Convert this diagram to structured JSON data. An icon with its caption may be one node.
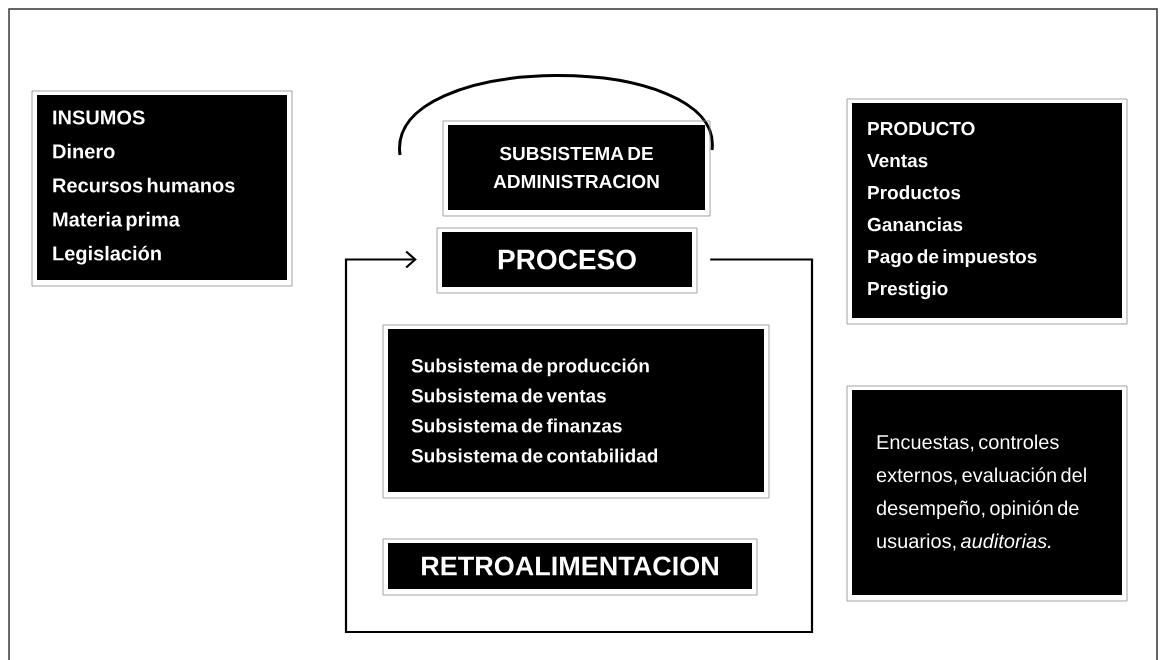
{
  "diagram": {
    "nodes": [
      {
        "text": [
          "INSUMOS",
          "Dinero",
          "Recursos humanos",
          "Materia prima",
          "Legislación"
        ]
      },
      {
        "text": [
          "SUBSISTEMA DE ADMINISTRACION"
        ]
      },
      {
        "text": [
          "PROCESO"
        ]
      },
      {
        "text": [
          "Subsistema de producción",
          "Subsistema de ventas",
          "Subsistema de finanzas",
          "Subsistema de contabilidad"
        ]
      },
      {
        "text": [
          "RETROALIMENTACION"
        ]
      },
      {
        "text": [
          "PRODUCTO",
          "Ventas",
          "Productos",
          "Ganancias",
          "Pago de impuestos",
          "Prestigio"
        ]
      },
      {
        "text": [
          "Encuestas, controles externos, evaluación del desempeño, opinión de usuarios, *auditorias.*"
        ]
      }
    ],
    "edges": [
      {
        "from": 2,
        "to": 2,
        "arrow": "to"
      }
    ]
  }
}
